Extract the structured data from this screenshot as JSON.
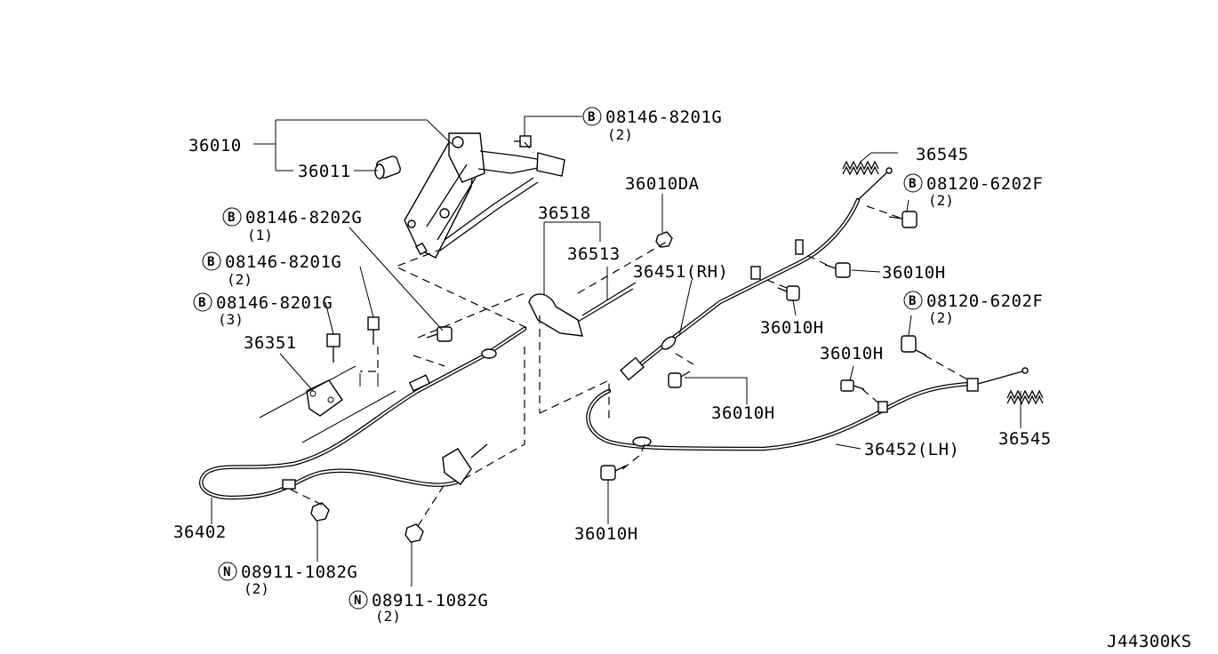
{
  "diagram_id": "J44300KS",
  "labels": {
    "p36010": "36010",
    "p36011": "36011",
    "p36518": "36518",
    "p36513": "36513",
    "p36010DA": "36010DA",
    "p36451": "36451(RH)",
    "p36452": "36452(LH)",
    "p36545_top": "36545",
    "p36545_right": "36545",
    "p36010H_a": "36010H",
    "p36010H_b": "36010H",
    "p36010H_c": "36010H",
    "p36010H_d": "36010H",
    "p36010H_e": "36010H",
    "p36351": "36351",
    "p36402": "36402"
  },
  "callouts": [
    {
      "key": "b_08146_8201G_top",
      "prefix": "B",
      "code": "08146-8201G",
      "qty": "(2)"
    },
    {
      "key": "b_08146_8202G",
      "prefix": "B",
      "code": "08146-8202G",
      "qty": "(1)"
    },
    {
      "key": "b_08146_8201G_mid",
      "prefix": "B",
      "code": "08146-8201G",
      "qty": "(2)"
    },
    {
      "key": "b_08146_8201G_low",
      "prefix": "B",
      "code": "08146-8201G",
      "qty": "(3)"
    },
    {
      "key": "b_08120_6202F_top",
      "prefix": "B",
      "code": "08120-6202F",
      "qty": "(2)"
    },
    {
      "key": "b_08120_6202F_mid",
      "prefix": "B",
      "code": "08120-6202F",
      "qty": "(2)"
    },
    {
      "key": "n_08911_1082G_left",
      "prefix": "N",
      "code": "08911-1082G",
      "qty": "(2)"
    },
    {
      "key": "n_08911_1082G_right",
      "prefix": "N",
      "code": "08911-1082G",
      "qty": "(2)"
    }
  ]
}
